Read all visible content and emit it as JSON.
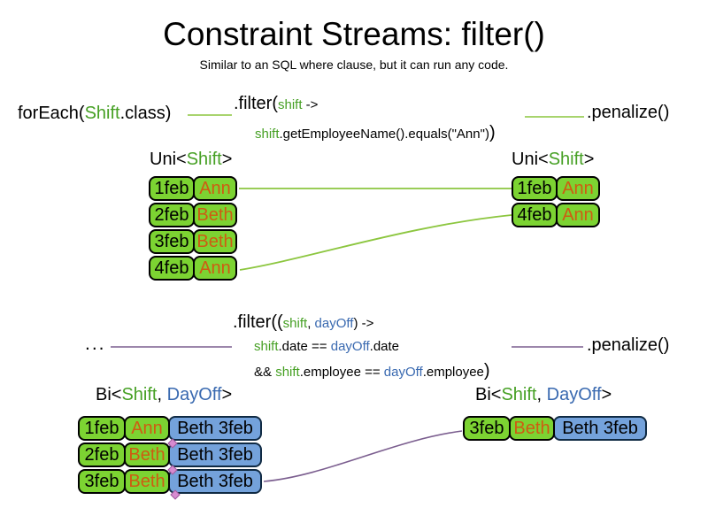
{
  "title": "Constraint Streams: filter()",
  "subtitle": "Similar to an SQL where clause, but it can run any code.",
  "colors": {
    "cell_green": "#7CD332",
    "cell_blue": "#74A2DB",
    "text_green": "#46A024",
    "text_blue": "#3969B0",
    "text_orange": "#CE5C12",
    "connector_green": "#8CC63F",
    "connector_purple": "#7B5E8F"
  },
  "top": {
    "foreach": {
      "p1": "forEach(",
      "p2": "Shift",
      "p3": ".class)"
    },
    "filter_l1": {
      "p1": ".filter(",
      "p2": "shift",
      "p3": " ->"
    },
    "filter_l2": {
      "p1": "shift",
      "p2": ".getEmployeeName().equals(\"Ann\")",
      "p3": ")"
    },
    "penalize": ".penalize()",
    "uni_label": {
      "p1": "Uni<",
      "p2": "Shift",
      "p3": ">"
    },
    "left_table": {
      "rows": [
        {
          "date": "1feb",
          "name": "Ann"
        },
        {
          "date": "2feb",
          "name": "Beth"
        },
        {
          "date": "3feb",
          "name": "Beth"
        },
        {
          "date": "4feb",
          "name": "Ann"
        }
      ]
    },
    "right_table": {
      "rows": [
        {
          "date": "1feb",
          "name": "Ann"
        },
        {
          "date": "4feb",
          "name": "Ann"
        }
      ]
    }
  },
  "middle": {
    "ellipsis": "...",
    "filter_l1": {
      "p1": ".filter((",
      "p2": "shift",
      "p3": ", ",
      "p4": "dayOff",
      "p5": ") ->"
    },
    "filter_l2": {
      "p1": "shift",
      "p2": ".date == ",
      "p3": "dayOff",
      "p4": ".date"
    },
    "filter_l3": {
      "p1": "&& ",
      "p2": "shift",
      "p3": ".employee == ",
      "p4": "dayOff",
      "p5": ".employee",
      "p6": ")"
    },
    "penalize": ".penalize()",
    "bi_label": {
      "p1": "Bi<",
      "p2": "Shift",
      "p3": ", ",
      "p4": "DayOff",
      "p5": ">"
    },
    "left_table": {
      "rows": [
        {
          "date": "1feb",
          "name": "Ann",
          "pair": "Beth 3feb"
        },
        {
          "date": "2feb",
          "name": "Beth",
          "pair": "Beth 3feb"
        },
        {
          "date": "3feb",
          "name": "Beth",
          "pair": "Beth 3feb"
        }
      ]
    },
    "right_table": {
      "rows": [
        {
          "date": "3feb",
          "name": "Beth",
          "pair": "Beth 3feb"
        }
      ]
    }
  }
}
